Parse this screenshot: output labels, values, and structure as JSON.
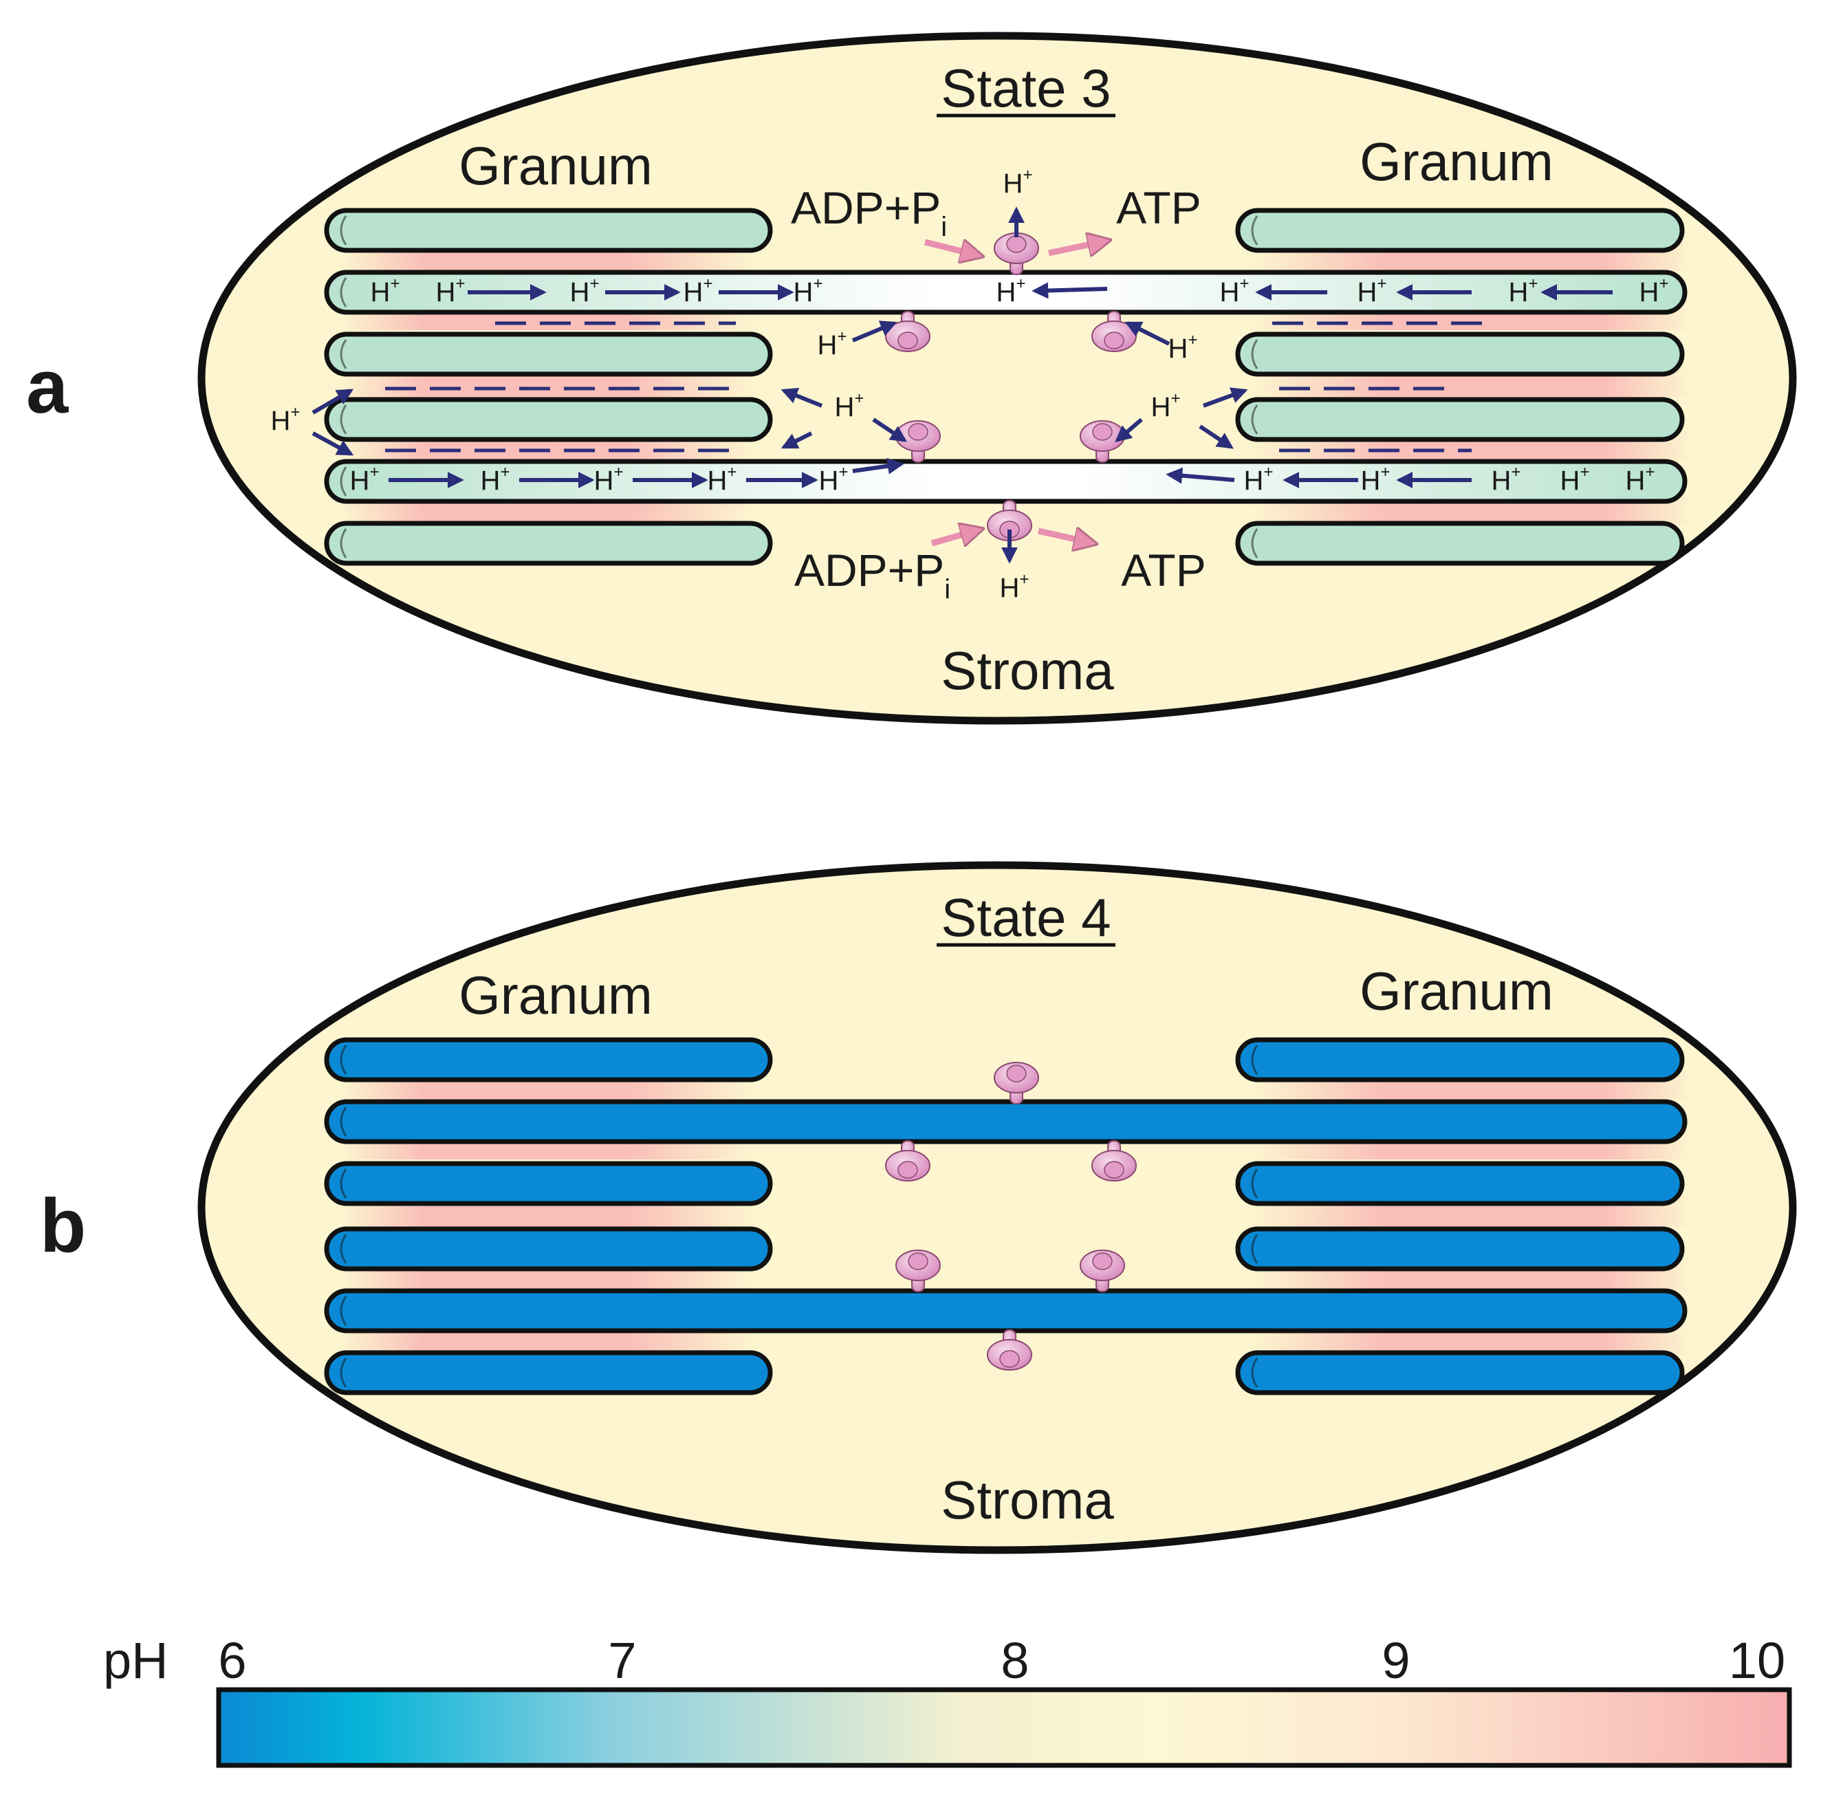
{
  "panels": [
    {
      "letter": "a",
      "state": "State 3",
      "granum_left": "Granum",
      "granum_right": "Granum",
      "stroma": "Stroma",
      "adp_top": "ADP+P",
      "adp_top_sub": "i",
      "atp_top": "ATP",
      "adp_bottom": "ADP+P",
      "adp_bottom_sub": "i",
      "atp_bottom": "ATP",
      "proton": "H",
      "proton_sup": "+",
      "lumen_color": "#b8e2cf",
      "variant": "state3"
    },
    {
      "letter": "b",
      "state": "State 4",
      "granum_left": "Granum",
      "granum_right": "Granum",
      "stroma": "Stroma",
      "lumen_color": "#0a8ad6",
      "variant": "state4"
    }
  ],
  "ph_scale": {
    "label": "pH",
    "ticks": [
      "6",
      "7",
      "8",
      "9",
      "10"
    ],
    "range": [
      6,
      10
    ],
    "colors": {
      "pH6": "#0a8ad6",
      "pH7": "#8ccfdf",
      "pH8": "#fdf7d4",
      "pH9": "#fde8d0",
      "pH10": "#f7aeb0"
    }
  },
  "colors": {
    "stroma": "#fcf5cf",
    "outline": "#111111",
    "atp_synthase": "#e6a6cf",
    "proton_arrow": "#2b2e7a",
    "atp_arrow": "#e98fb0",
    "alkaline_band": "#f9b9b6"
  }
}
